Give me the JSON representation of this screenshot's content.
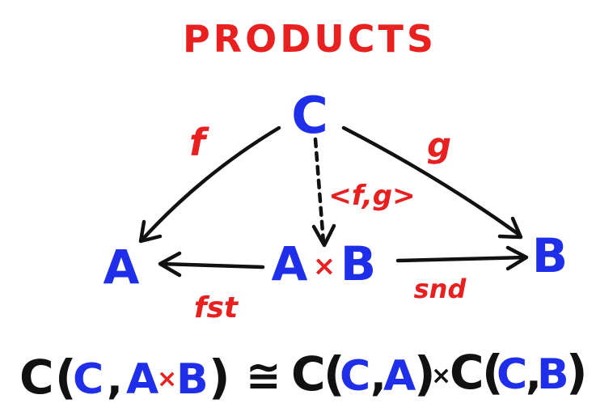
{
  "title": "PRODUCTS",
  "objects": {
    "C": "C",
    "A": "A",
    "B": "B",
    "product_left": "A",
    "product_times": "×",
    "product_right": "B"
  },
  "morphisms": {
    "f": "f",
    "g": "g",
    "pair": "<f,g>",
    "fst": "fst",
    "snd": "snd"
  },
  "equation": {
    "lhs_cat": "C",
    "lhs_open": "(",
    "lhs_c": "C",
    "lhs_comma": ",",
    "lhs_a": "A",
    "lhs_times": "×",
    "lhs_b": "B",
    "lhs_close": ")",
    "iso": "≅",
    "rhs1_cat": "C",
    "rhs1_open": "(",
    "rhs1_c": "C",
    "rhs1_comma": ",",
    "rhs1_a": "A",
    "rhs1_close": ")",
    "times": "×",
    "rhs2_cat": "C",
    "rhs2_open": "(",
    "rhs2_c": "C",
    "rhs2_comma": ",",
    "rhs2_b": "B",
    "rhs2_close": ")"
  },
  "colors": {
    "label_red": "#e8201f",
    "object_blue": "#1f2ee8",
    "arrow_black": "#111111"
  }
}
